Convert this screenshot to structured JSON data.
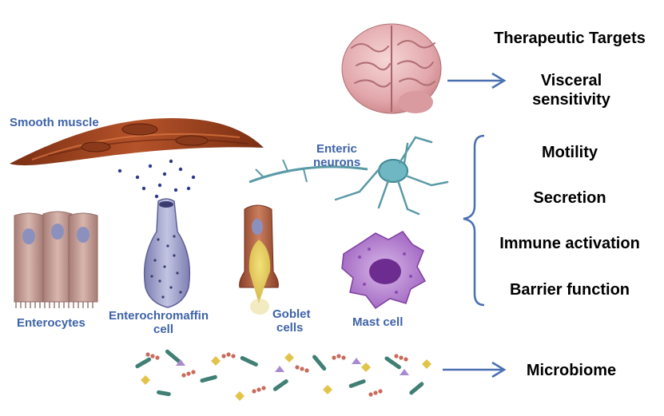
{
  "title": "Therapeutic Targets",
  "cell_labels": {
    "smooth_muscle": "Smooth muscle",
    "enteric_neurons_line1": "Enteric",
    "enteric_neurons_line2": "neurons",
    "enterocytes": "Enterocytes",
    "enterochromaffin_line1": "Enterochromaffin",
    "enterochromaffin_line2": "cell",
    "goblet_line1": "Goblet",
    "goblet_line2": "cells",
    "mast_cell": "Mast cell"
  },
  "targets": {
    "visceral_line1": "Visceral",
    "visceral_line2": "sensitivity",
    "motility": "Motility",
    "secretion": "Secretion",
    "immune_activation": "Immune activation",
    "barrier_function": "Barrier function",
    "microbiome": "Microbiome"
  },
  "colors": {
    "label_blue": "#3e63a8",
    "arrow_blue": "#4a6fb0",
    "text_black": "#000000"
  },
  "icons": [
    "brain-icon",
    "smooth-muscle-cell-icon",
    "neuron-icon",
    "enterocyte-cells-icon",
    "enterochromaffin-cell-icon",
    "goblet-cell-icon",
    "mast-cell-icon",
    "microbiome-icon"
  ]
}
